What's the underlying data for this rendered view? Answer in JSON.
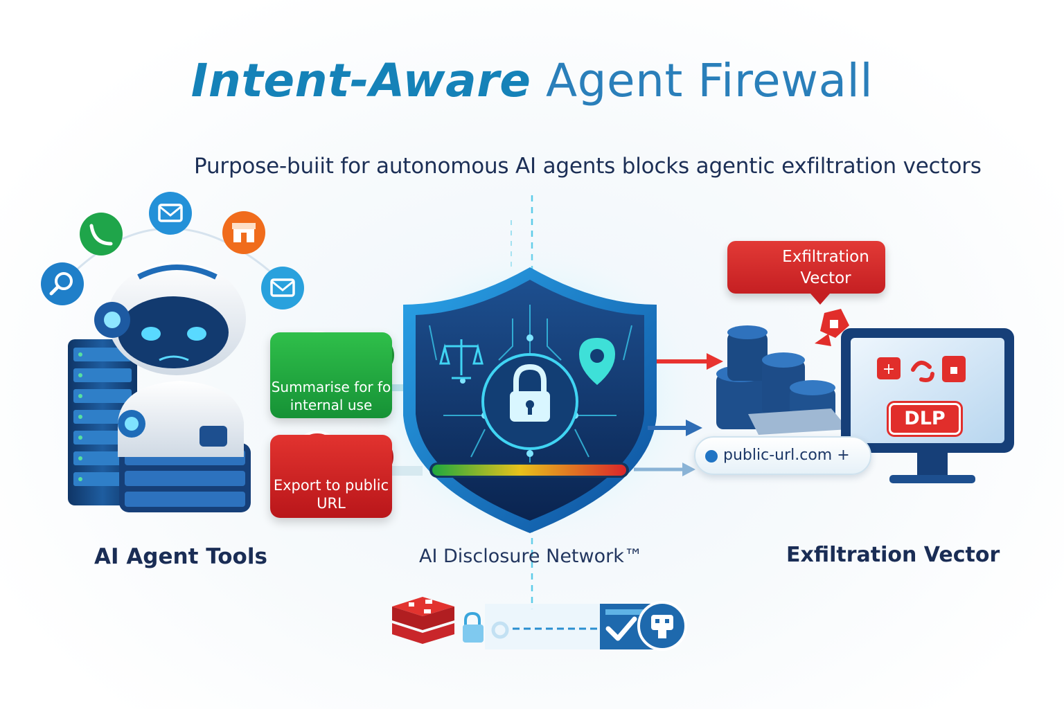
{
  "title": {
    "strong": "Intent-Aware",
    "light": " Agent Firewall"
  },
  "subtitle": "Purpose-buiit for autonomous AI agents blocks agentic exfiltration vectors",
  "labels": {
    "left": "AI Agent Tools",
    "center": "AI Disclosure Network™",
    "right": "Exfiltration Vector"
  },
  "allow": {
    "text": "Summarise for fo internal use"
  },
  "deny": {
    "text": "Export to public URL"
  },
  "exfil_callout": {
    "line1": "Exfiltration",
    "line2": "Vector"
  },
  "url_pill": "public-url.com +",
  "dlp": "DLP",
  "colors": {
    "primary_blue": "#1a78b4",
    "allow_green": "#1fa83e",
    "deny_red": "#d2232a",
    "dark_navy": "#0f2a52",
    "cyan_glow": "#43d6f2"
  },
  "icons": [
    "search-icon",
    "phone-icon",
    "mail-icon",
    "shop-icon",
    "mail-icon",
    "scales-icon",
    "lock-icon",
    "shield-pin-icon",
    "check-icon",
    "x-icon",
    "alert-icon",
    "database-icon",
    "monitor-icon",
    "redis-icon"
  ]
}
